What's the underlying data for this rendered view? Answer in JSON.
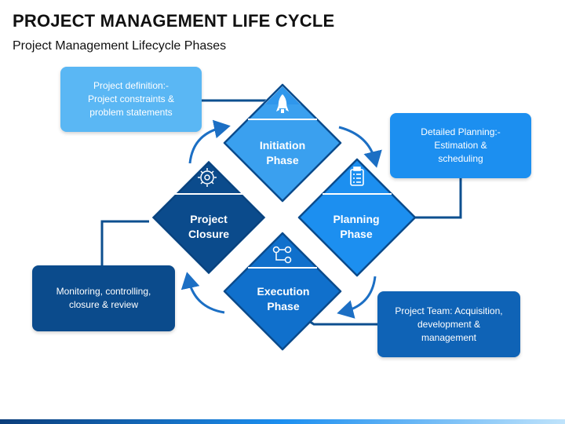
{
  "header": {
    "title": "PROJECT MANAGEMENT LIFE CYCLE",
    "subtitle": "Project Management Lifecycle Phases"
  },
  "phases": [
    {
      "label_line1": "Initiation",
      "label_line2": "Phase",
      "color": "#3aa0ef",
      "icon": "rocket-icon"
    },
    {
      "label_line1": "Planning",
      "label_line2": "Phase",
      "color": "#1c8ff0",
      "icon": "clipboard-checklist-icon"
    },
    {
      "label_line1": "Execution",
      "label_line2": "Phase",
      "color": "#1070cc",
      "icon": "gears-process-icon"
    },
    {
      "label_line1": "Project",
      "label_line2": "Closure",
      "color": "#0b4b8c",
      "icon": "lightbulb-gear-icon"
    }
  ],
  "callouts": [
    {
      "line1": "Project definition:-",
      "line2": "Project constraints &",
      "line3": "problem statements",
      "color": "#5ab7f4"
    },
    {
      "line1": "Detailed Planning:-",
      "line2": "Estimation &",
      "line3": "scheduling",
      "color": "#1c8ff0"
    },
    {
      "line1": "Project Team: Acquisition,",
      "line2": "development &",
      "line3": "management",
      "color": "#0f63b6"
    },
    {
      "line1": "Monitoring, controlling,",
      "line2": "closure & review",
      "color": "#0b4b8c"
    }
  ]
}
